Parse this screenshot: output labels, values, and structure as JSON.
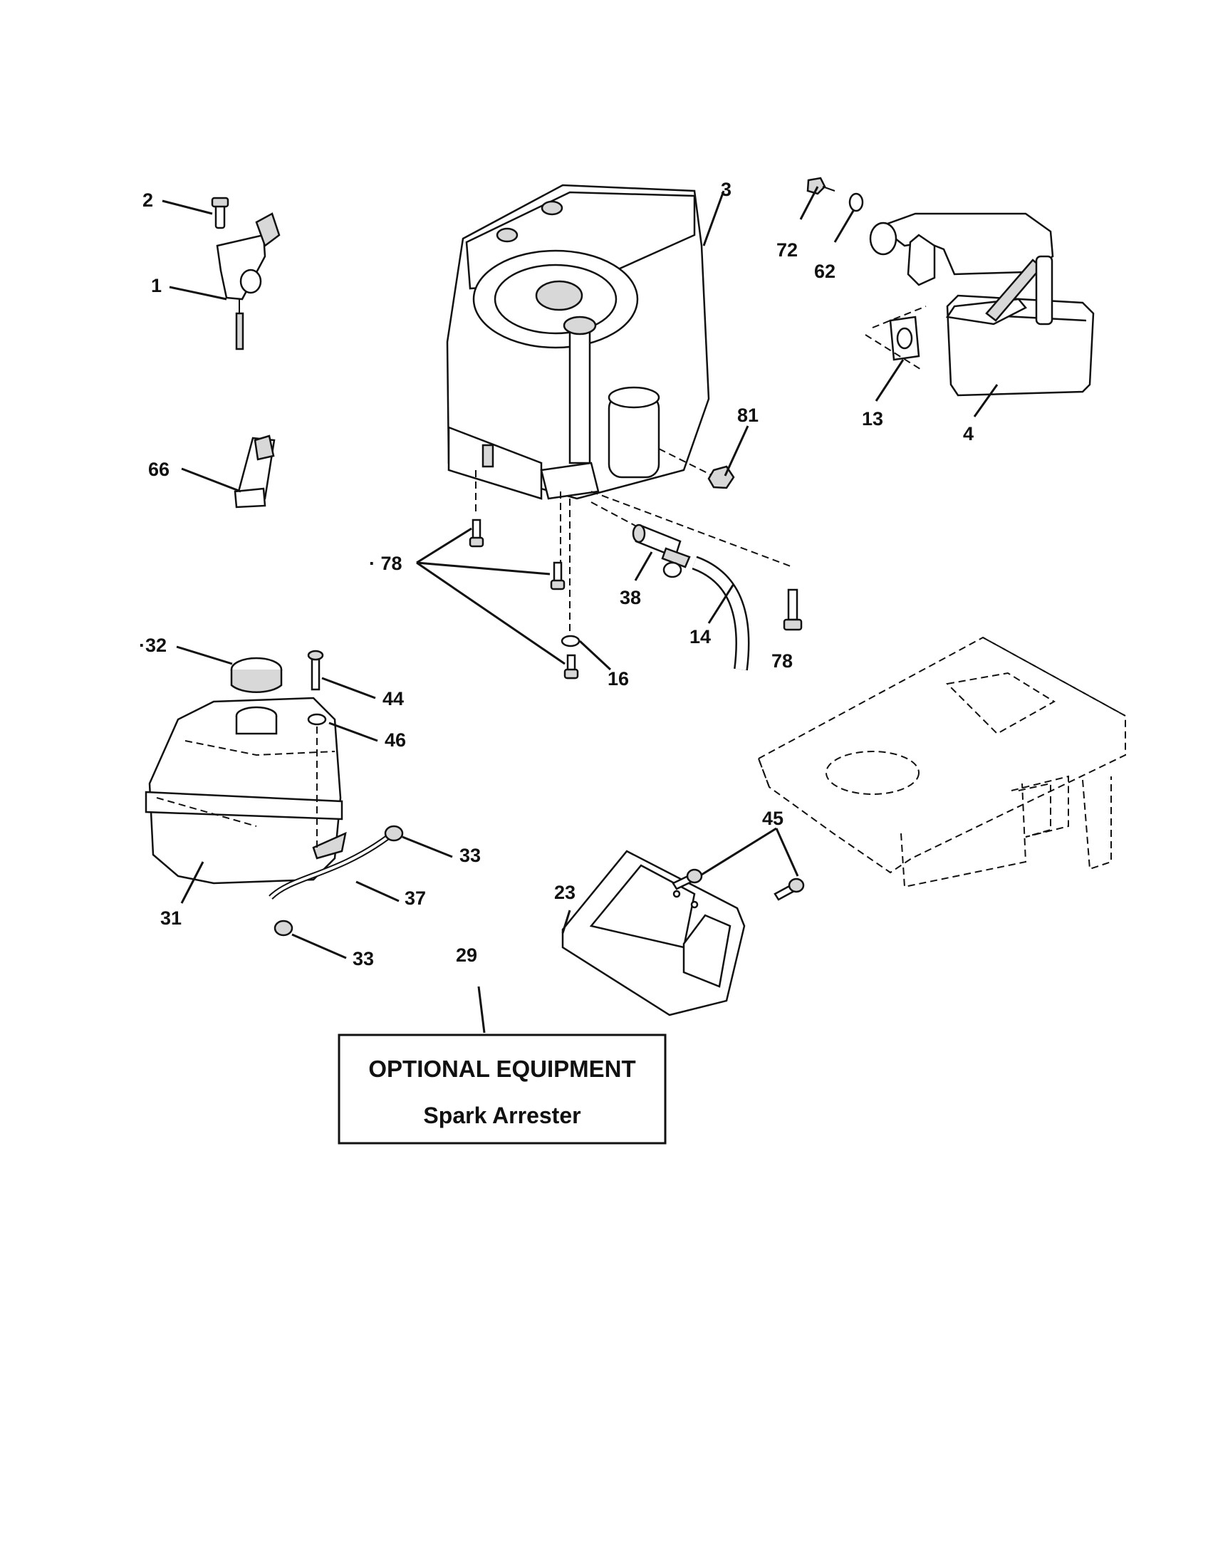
{
  "labels": {
    "p1": "1",
    "p2": "2",
    "p3": "3",
    "p4": "4",
    "p13": "13",
    "p14": "14",
    "p16": "16",
    "p23": "23",
    "p29": "29",
    "p31": "31",
    "p32": "·32",
    "p33a": "33",
    "p33b": "33",
    "p37": "37",
    "p38": "38",
    "p44": "44",
    "p45": "45",
    "p46": "46",
    "p62": "62",
    "p66": "66",
    "p72": "72",
    "p78a": "· 78",
    "p78b": "78",
    "p81": "81"
  },
  "optional_box": {
    "title": "OPTIONAL EQUIPMENT",
    "subtitle": "Spark Arrester"
  }
}
